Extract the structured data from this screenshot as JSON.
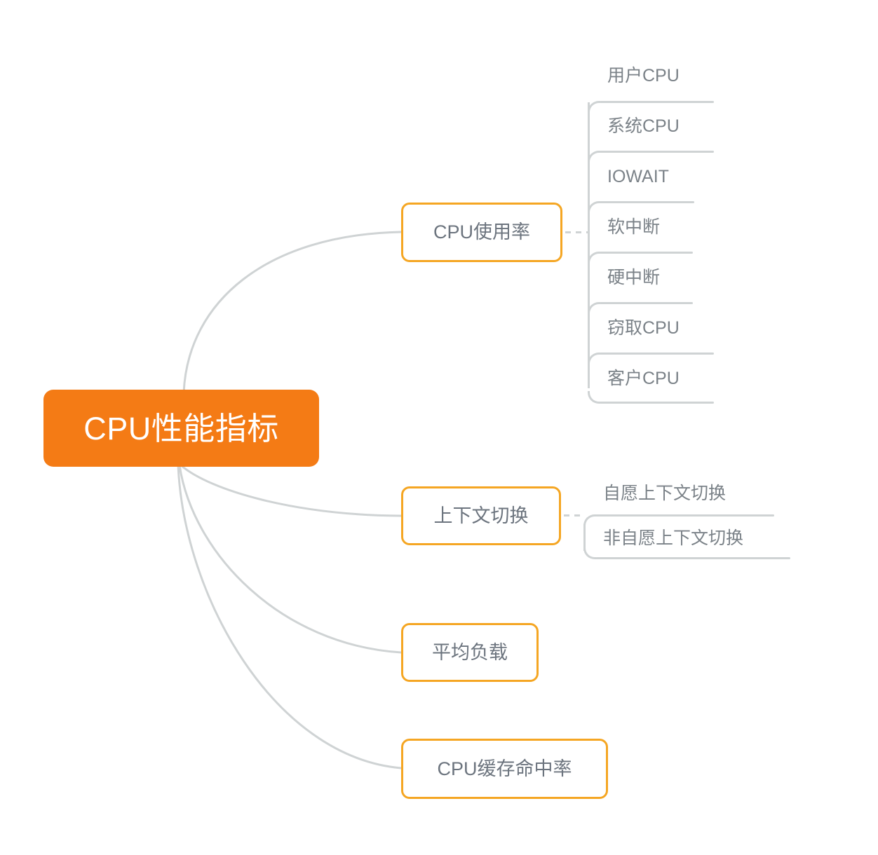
{
  "diagram": {
    "type": "mindmap",
    "title": "CPU性能指标",
    "background_color": "#ffffff",
    "root_color": "#f47b15",
    "branch_border_color": "#f5a623",
    "connector_color": "#cfd3d4",
    "text_color": "#6c747e",
    "root": {
      "label": "CPU性能指标"
    },
    "branches": [
      {
        "label": "CPU使用率",
        "children": [
          {
            "label": "用户CPU"
          },
          {
            "label": "系统CPU"
          },
          {
            "label": "IOWAIT"
          },
          {
            "label": "软中断"
          },
          {
            "label": "硬中断"
          },
          {
            "label": "窃取CPU"
          },
          {
            "label": "客户CPU"
          }
        ]
      },
      {
        "label": "上下文切换",
        "children": [
          {
            "label": "自愿上下文切换"
          },
          {
            "label": "非自愿上下文切换"
          }
        ]
      },
      {
        "label": "平均负载",
        "children": []
      },
      {
        "label": "CPU缓存命中率",
        "children": []
      }
    ]
  }
}
